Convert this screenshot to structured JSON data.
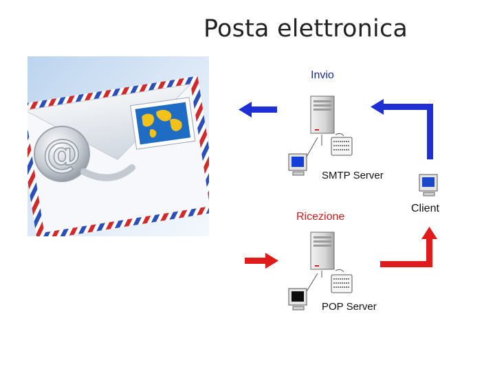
{
  "title": "Posta elettronica",
  "diagram": {
    "send_label": "Invio",
    "smtp_label": "SMTP Server",
    "client_label": "Client",
    "receive_label": "Ricezione",
    "pop_label": "POP Server"
  },
  "colors": {
    "send_arrow": "#1f2fd6",
    "receive_arrow": "#e01b1b",
    "send_text": "#1a2b9c",
    "receive_text": "#d01818"
  },
  "icons": {
    "envelope": "email-envelope-at-icon",
    "server": "server-tower-icon",
    "keyboard": "keyboard-icon",
    "monitor": "monitor-icon"
  }
}
